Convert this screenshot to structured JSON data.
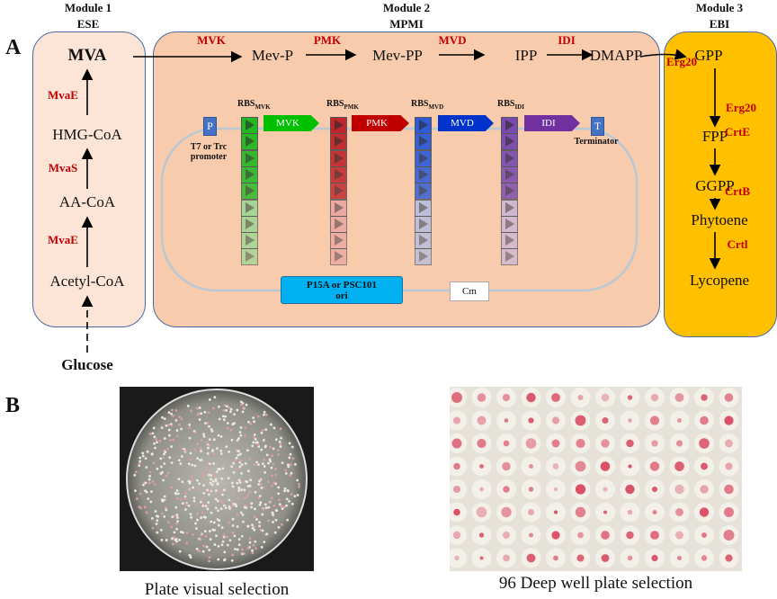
{
  "panel_labels": {
    "a": "A",
    "b": "B"
  },
  "modules": [
    {
      "title": "Module 1",
      "subtitle": "ESE"
    },
    {
      "title": "Module 2",
      "subtitle": "MPMI"
    },
    {
      "title": "Module 3",
      "subtitle": "EBI"
    }
  ],
  "module1": {
    "metabolites": [
      "MVA",
      "HMG-CoA",
      "AA-CoA",
      "Acetyl-CoA",
      "Glucose"
    ],
    "enzymes": [
      "MvaE",
      "MvaS",
      "MvaE"
    ]
  },
  "module2": {
    "metabolites": [
      "Mev-P",
      "Mev-PP",
      "IPP",
      "DMAPP"
    ],
    "enzymes": [
      "MVK",
      "PMK",
      "MVD",
      "IDI"
    ]
  },
  "module3": {
    "metabolites": [
      "GPP",
      "FPP",
      "GGPP",
      "Phytoene",
      "Lycopene"
    ],
    "enzymes": [
      "Erg20",
      "Erg20",
      "CrtE",
      "CrtB",
      "Crtl"
    ]
  },
  "plasmid": {
    "promoter": "P",
    "promoter_label": "T7 or Trc promoter",
    "terminator": "T",
    "terminator_label": "Terminator",
    "rbs_prefix": "RBS",
    "genes": [
      {
        "name": "MVK",
        "rbs": "MVK",
        "color": "#00c000"
      },
      {
        "name": "PMK",
        "rbs": "PMK",
        "color": "#c00000"
      },
      {
        "name": "MVD",
        "rbs": "MVD",
        "color": "#0033cc"
      },
      {
        "name": "IDI",
        "rbs": "IDI",
        "color": "#7030a0"
      }
    ],
    "origin": "P15A or PSC101 ori",
    "marker": "Cm"
  },
  "captions": {
    "left": "Plate visual selection",
    "right": "96 Deep well plate selection"
  }
}
